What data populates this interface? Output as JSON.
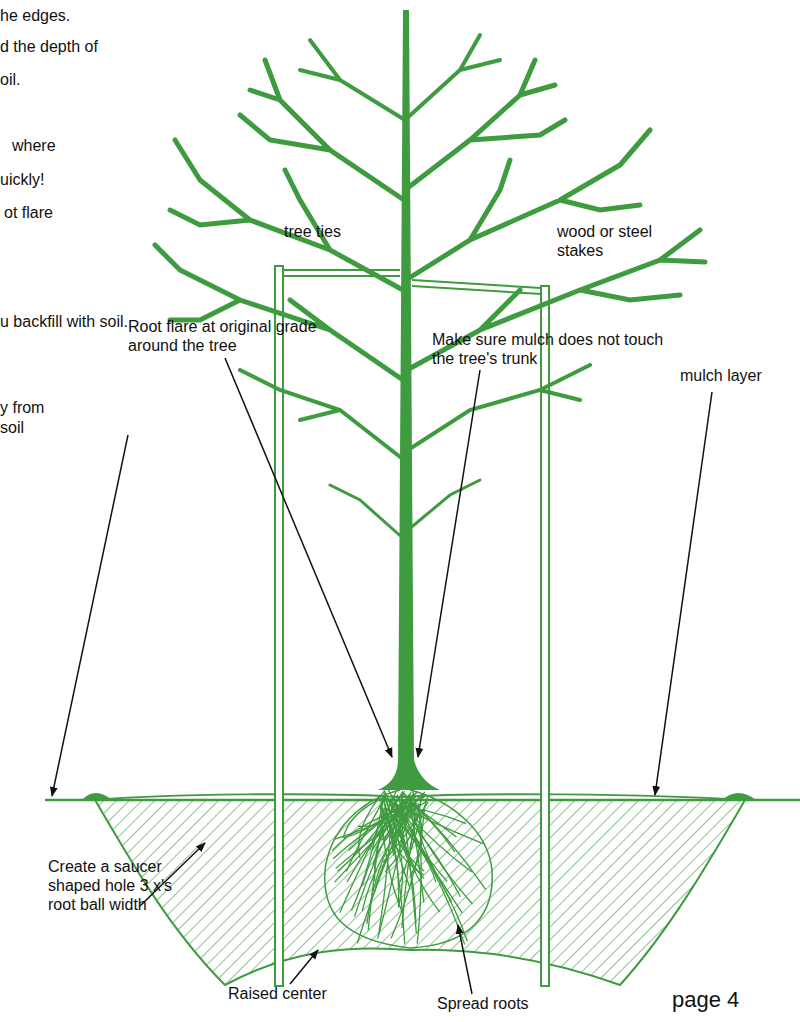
{
  "diagram": {
    "labels": [
      "he edges.",
      "d the depth of",
      "oil.",
      "where",
      "uickly!",
      "ot flare",
      "u backfill with soil.",
      "y from",
      "soil",
      "tree ties",
      "wood or steel stakes",
      "Root flare at original grade around the tree",
      "Make sure mulch does not touch the tree's trunk",
      "mulch layer",
      "Create a saucer shaped hole 3 x's root ball width",
      "Raised center",
      "Spread roots",
      "page 4"
    ]
  }
}
